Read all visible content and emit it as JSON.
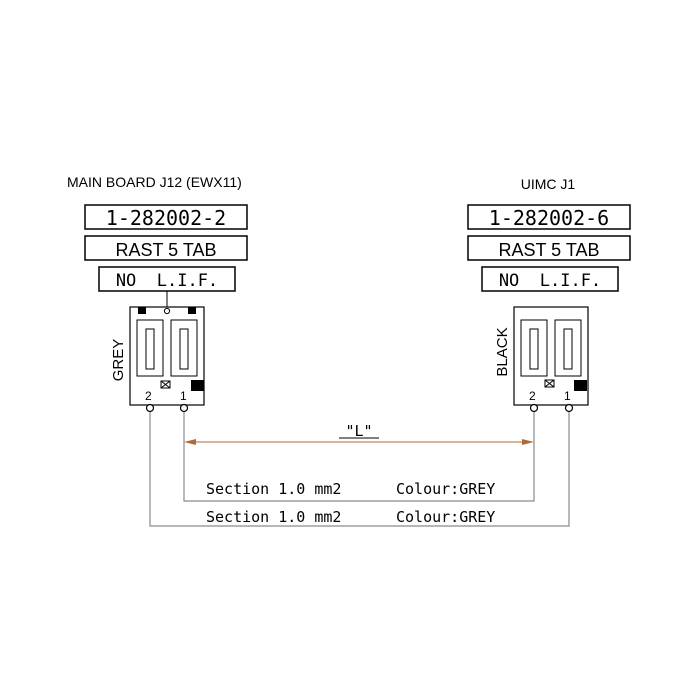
{
  "left": {
    "title": "MAIN BOARD J12 (EWX11)",
    "part_number": "1-282002-2",
    "connector_type": "RAST 5 TAB",
    "lif": "NO  L.I.F.",
    "housing_colour": "GREY",
    "pin_left": "2",
    "pin_right": "1"
  },
  "right": {
    "title": "UIMC J1",
    "part_number": "1-282002-6",
    "connector_type": "RAST 5 TAB",
    "lif": "NO  L.I.F.",
    "housing_colour": "BLACK",
    "pin_left": "2",
    "pin_right": "1"
  },
  "length_label": "\"L\"",
  "wires": [
    {
      "section": "Section 1.0 mm2",
      "colour": "Colour:GREY"
    },
    {
      "section": "Section 1.0 mm2",
      "colour": "Colour:GREY"
    }
  ],
  "colors": {
    "line": "#000000",
    "wire": "#8a8a8a",
    "dimension": "#b06a3a"
  }
}
